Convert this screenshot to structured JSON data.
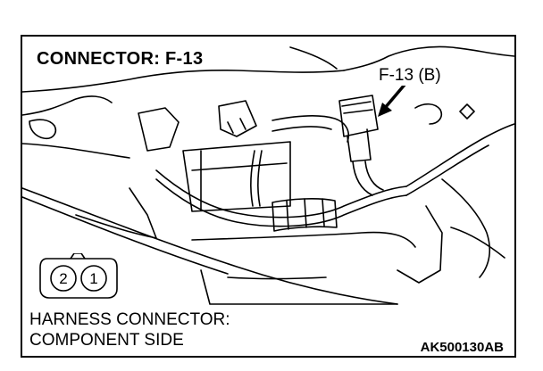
{
  "figure": {
    "title": "CONNECTOR: F-13",
    "callout_label": "F-13 (B)",
    "caption_line1": "HARNESS CONNECTOR:",
    "caption_line2": "COMPONENT SIDE",
    "figure_code": "AK500130AB"
  },
  "connector_pins": {
    "left": "2",
    "right": "1"
  },
  "icons": [
    "harness-connector-icon",
    "callout-arrow-icon"
  ]
}
